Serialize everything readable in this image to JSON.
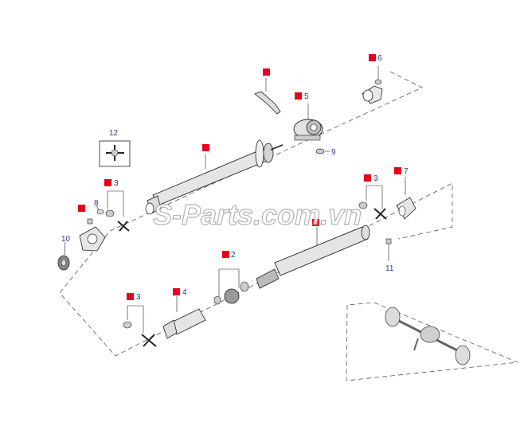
{
  "watermark": "S-Parts.com.vn",
  "colors": {
    "marker": "#e8001c",
    "callout": "#2b3a8c",
    "line": "#222222",
    "dash": "#555555"
  },
  "callouts": [
    {
      "id": "c6",
      "label": "6"
    },
    {
      "id": "c5",
      "label": "5"
    },
    {
      "id": "c9",
      "label": "9"
    },
    {
      "id": "c12",
      "label": "12"
    },
    {
      "id": "c8",
      "label": "8"
    },
    {
      "id": "c3a",
      "label": "3"
    },
    {
      "id": "c10",
      "label": "10"
    },
    {
      "id": "c3b",
      "label": "3"
    },
    {
      "id": "c7",
      "label": "7"
    },
    {
      "id": "c11",
      "label": "11"
    },
    {
      "id": "c2",
      "label": "2"
    },
    {
      "id": "c4",
      "label": "4"
    },
    {
      "id": "c3c",
      "label": "3"
    }
  ]
}
